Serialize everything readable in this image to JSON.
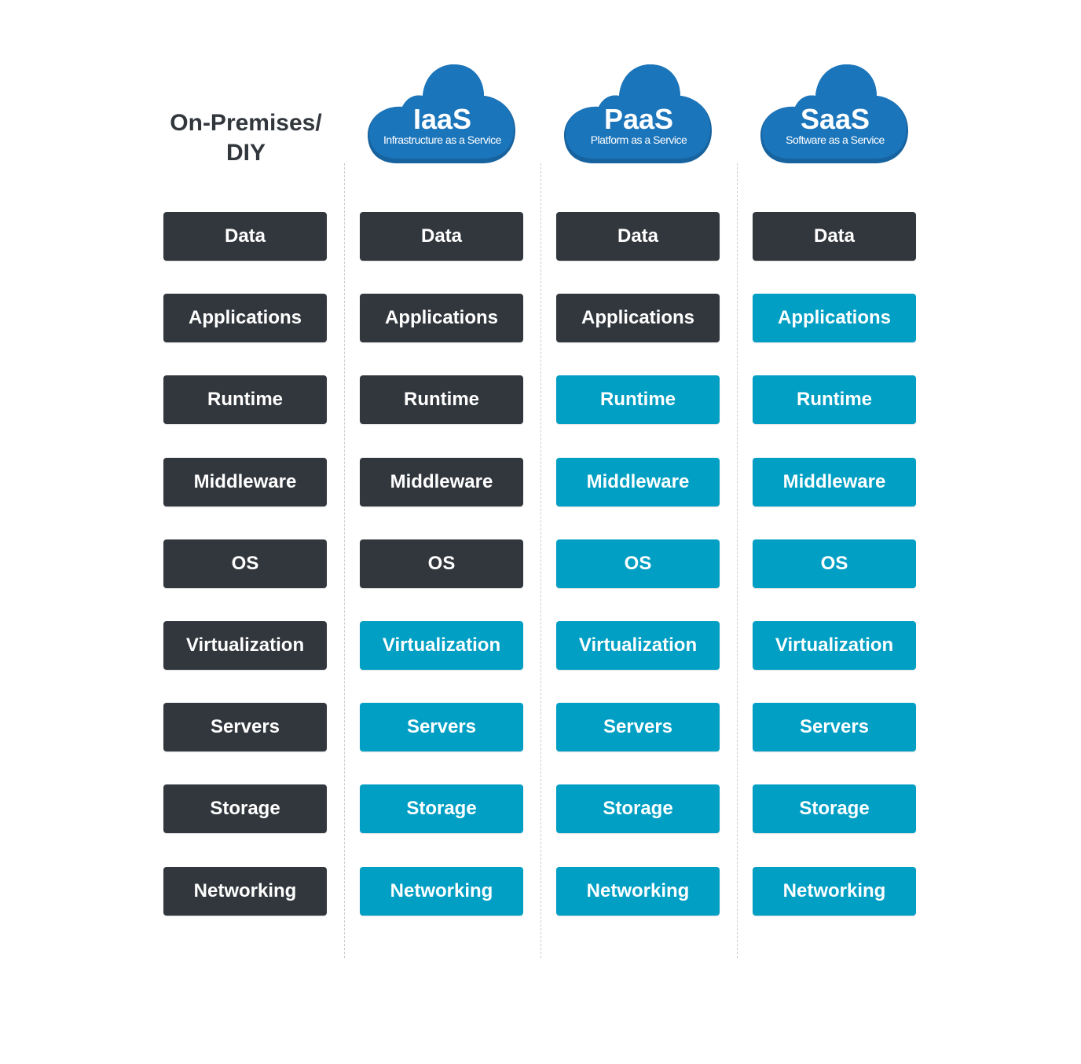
{
  "colors": {
    "self_managed": "#32373d",
    "provider_managed": "#019fc4",
    "cloud_fill": "#1b75bb",
    "cloud_shadow": "#17639f",
    "divider": "#c9ccd0"
  },
  "columns": [
    {
      "kind": "plain",
      "title": "On-Premises/\nDIY",
      "layers": [
        {
          "label": "Data",
          "managed_by": "self"
        },
        {
          "label": "Applications",
          "managed_by": "self"
        },
        {
          "label": "Runtime",
          "managed_by": "self"
        },
        {
          "label": "Middleware",
          "managed_by": "self"
        },
        {
          "label": "OS",
          "managed_by": "self"
        },
        {
          "label": "Virtualization",
          "managed_by": "self"
        },
        {
          "label": "Servers",
          "managed_by": "self"
        },
        {
          "label": "Storage",
          "managed_by": "self"
        },
        {
          "label": "Networking",
          "managed_by": "self"
        }
      ]
    },
    {
      "kind": "cloud",
      "title": "IaaS",
      "subtitle": "Infrastructure as a Service",
      "layers": [
        {
          "label": "Data",
          "managed_by": "self"
        },
        {
          "label": "Applications",
          "managed_by": "self"
        },
        {
          "label": "Runtime",
          "managed_by": "self"
        },
        {
          "label": "Middleware",
          "managed_by": "self"
        },
        {
          "label": "OS",
          "managed_by": "self"
        },
        {
          "label": "Virtualization",
          "managed_by": "vendor"
        },
        {
          "label": "Servers",
          "managed_by": "vendor"
        },
        {
          "label": "Storage",
          "managed_by": "vendor"
        },
        {
          "label": "Networking",
          "managed_by": "vendor"
        }
      ]
    },
    {
      "kind": "cloud",
      "title": "PaaS",
      "subtitle": "Platform as a Service",
      "layers": [
        {
          "label": "Data",
          "managed_by": "self"
        },
        {
          "label": "Applications",
          "managed_by": "self"
        },
        {
          "label": "Runtime",
          "managed_by": "vendor"
        },
        {
          "label": "Middleware",
          "managed_by": "vendor"
        },
        {
          "label": "OS",
          "managed_by": "vendor"
        },
        {
          "label": "Virtualization",
          "managed_by": "vendor"
        },
        {
          "label": "Servers",
          "managed_by": "vendor"
        },
        {
          "label": "Storage",
          "managed_by": "vendor"
        },
        {
          "label": "Networking",
          "managed_by": "vendor"
        }
      ]
    },
    {
      "kind": "cloud",
      "title": "SaaS",
      "subtitle": "Software as a Service",
      "layers": [
        {
          "label": "Data",
          "managed_by": "self"
        },
        {
          "label": "Applications",
          "managed_by": "vendor"
        },
        {
          "label": "Runtime",
          "managed_by": "vendor"
        },
        {
          "label": "Middleware",
          "managed_by": "vendor"
        },
        {
          "label": "OS",
          "managed_by": "vendor"
        },
        {
          "label": "Virtualization",
          "managed_by": "vendor"
        },
        {
          "label": "Servers",
          "managed_by": "vendor"
        },
        {
          "label": "Storage",
          "managed_by": "vendor"
        },
        {
          "label": "Networking",
          "managed_by": "vendor"
        }
      ]
    }
  ]
}
